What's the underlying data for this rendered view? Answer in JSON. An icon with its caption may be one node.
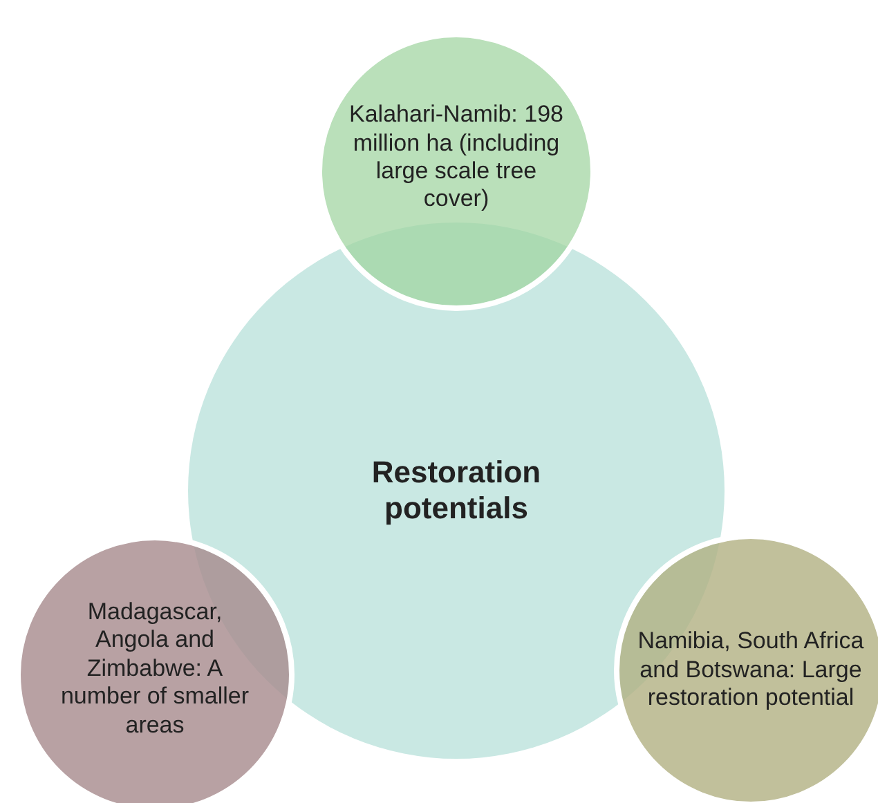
{
  "diagram": {
    "nodes": [
      {
        "text": [
          "Restoration potentials"
        ]
      },
      {
        "text": [
          "Kalahari-Namib: 198 million ha (including large scale tree cover)"
        ]
      },
      {
        "text": [
          "Madagascar, Angola and Zimbabwe: A number of smaller areas"
        ]
      },
      {
        "text": [
          "Namibia, South Africa and Botswana: Large restoration potential"
        ]
      }
    ]
  }
}
